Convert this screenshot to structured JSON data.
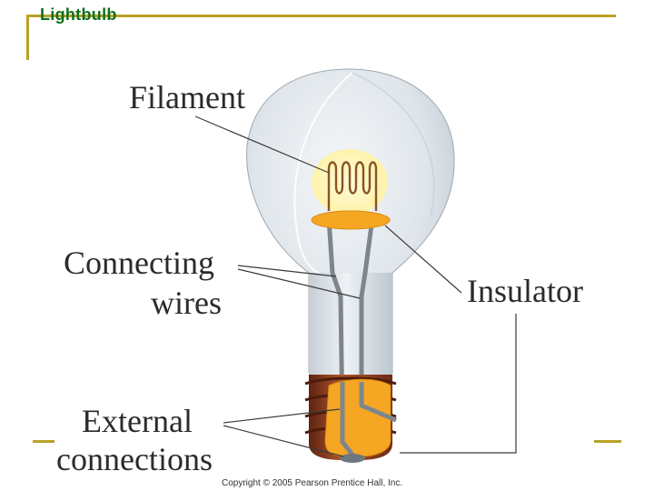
{
  "slide": {
    "title": "Lightbulb"
  },
  "labels": {
    "filament": "Filament",
    "connecting_wires_line1": "Connecting",
    "connecting_wires_line2": "wires",
    "insulator": "Insulator",
    "external_line1": "External",
    "external_line2": "connections"
  },
  "copyright": "Copyright © 2005 Pearson Prentice Hall, Inc.",
  "colors": {
    "accent_rule": "#b9a227",
    "title": "#0d6f1a",
    "insulator": "#f5a623",
    "base": "#8b3a1e",
    "filament_glow": "#fff3a6"
  }
}
